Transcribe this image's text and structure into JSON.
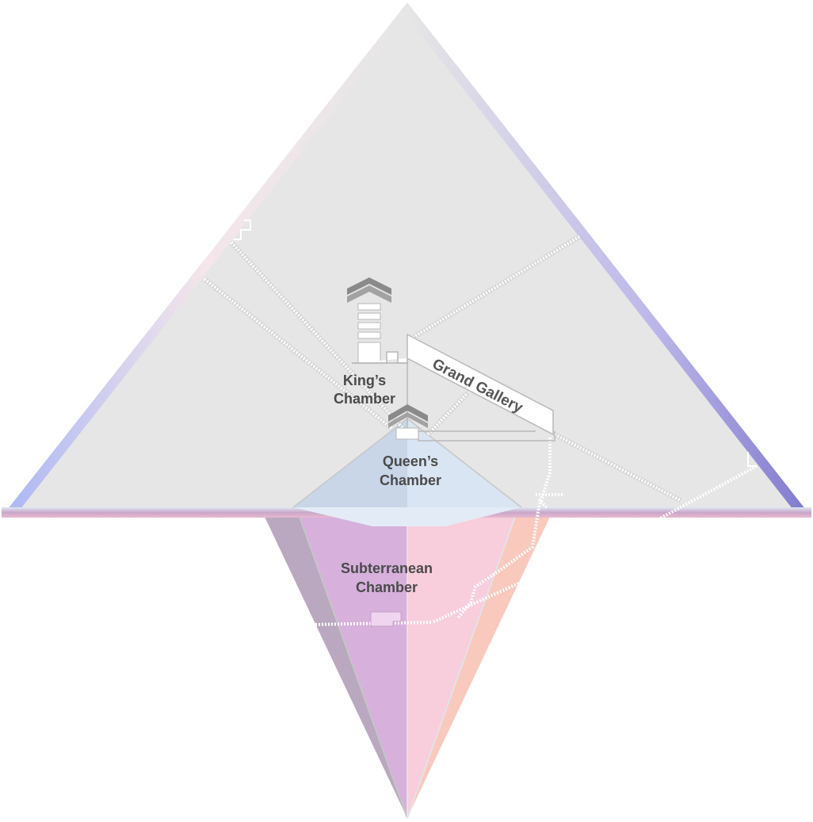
{
  "diagram": {
    "labels": {
      "kings_chamber": [
        "King’s",
        "Chamber"
      ],
      "queens_chamber": [
        "Queen’s",
        "Chamber"
      ],
      "subterranean_chamber": [
        "Subterranean",
        "Chamber"
      ],
      "grand_gallery": "Grand Gallery"
    },
    "colors": {
      "pyramid_face": "#e6e6e6",
      "pyramid_edge_left": "#a9b4f2",
      "pyramid_edge_right": "#8e88d6",
      "queens_cap_left": "#c8d6e8",
      "queens_cap_right": "#d9e5f2",
      "inverted_far_left": "#b9a8bf",
      "inverted_left": "#d7b0dc",
      "inverted_right": "#f8cddc",
      "inverted_far_right": "#f9c9bd",
      "passage": "#ffffff",
      "chamber_block": "#8a8a8a"
    }
  }
}
